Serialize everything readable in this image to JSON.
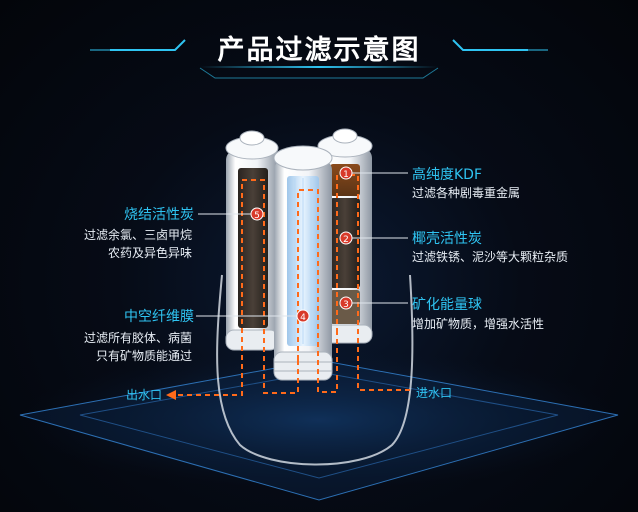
{
  "title": "产品过滤示意图",
  "labels": {
    "kdf": {
      "name": "高纯度KDF",
      "desc": "过滤各种剧毒重金属",
      "num": "1"
    },
    "coconut": {
      "name": "椰壳活性炭",
      "desc": "过滤铁锈、泥沙等大颗粒杂质",
      "num": "2"
    },
    "mineral": {
      "name": "矿化能量球",
      "desc": "增加矿物质，增强水活性",
      "num": "3"
    },
    "hollow": {
      "name": "中空纤维膜",
      "desc1": "过滤所有胶体、病菌",
      "desc2": "只有矿物质能通过",
      "num": "4"
    },
    "sintered": {
      "name": "烧结活性炭",
      "desc1": "过滤余氯、三卤甲烷",
      "desc2": "农药及异色异味",
      "num": "5"
    }
  },
  "flow": {
    "outlet": "出水口",
    "inlet": "进水口"
  },
  "colors": {
    "accent": "#2fc4f2",
    "title": "#ffffff",
    "flow_line": "#ff6a1a",
    "badge": "#d83a2a"
  }
}
